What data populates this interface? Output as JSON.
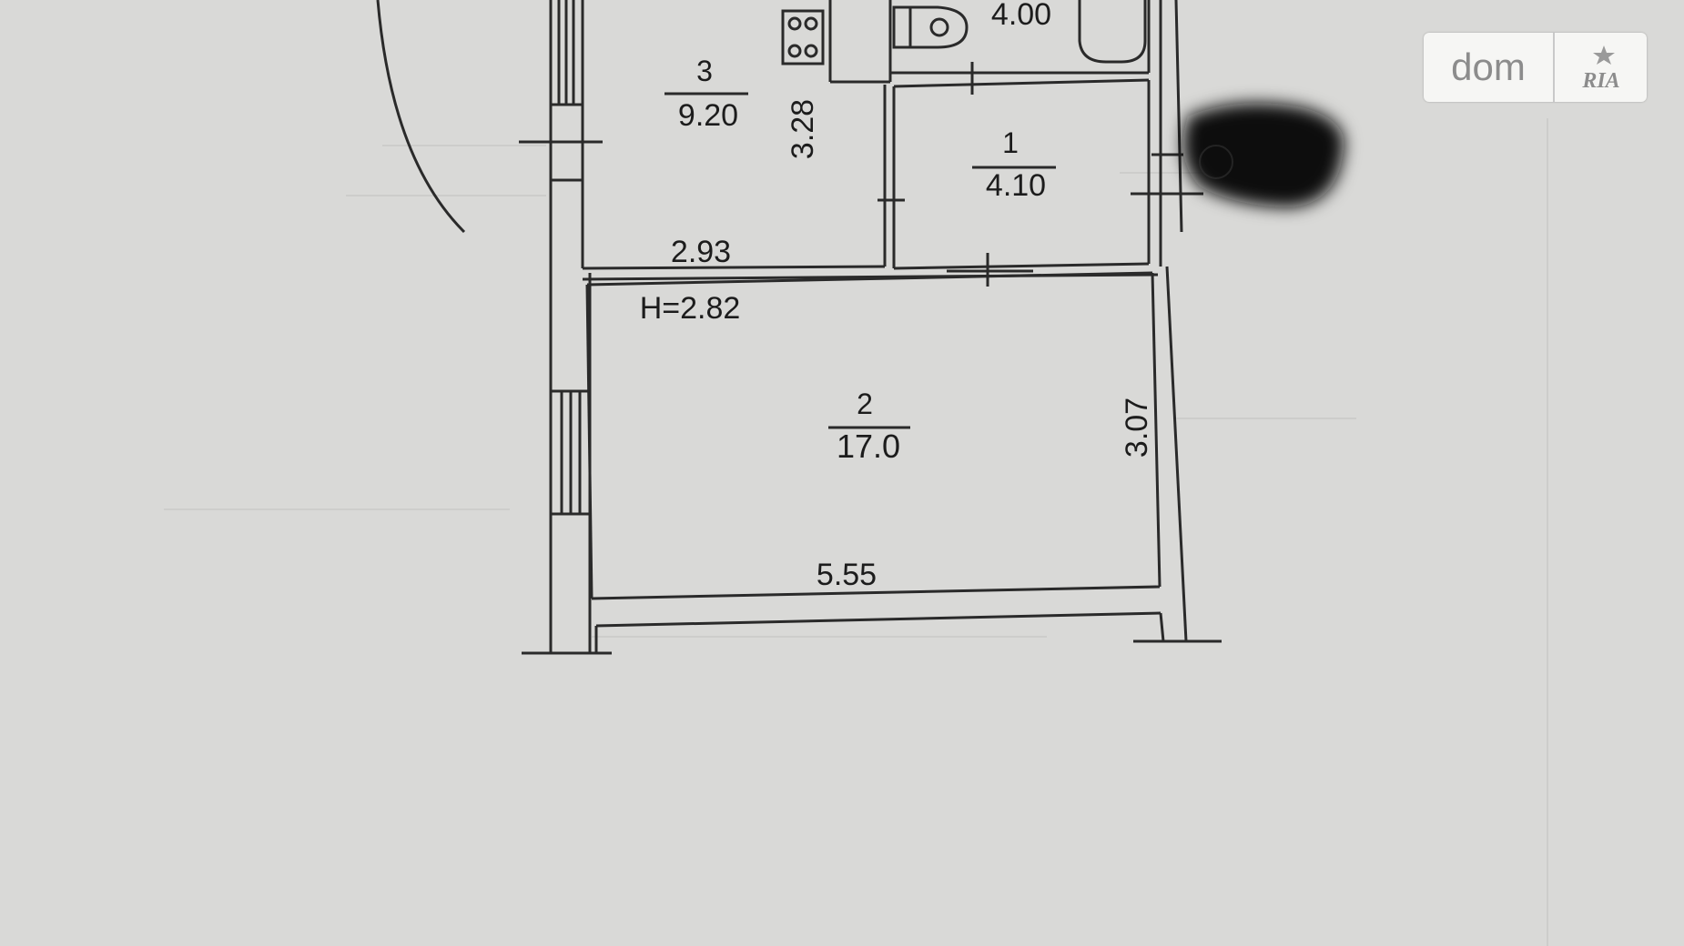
{
  "plan": {
    "ceiling_height": "H=2.82",
    "rooms": [
      {
        "number": "3",
        "area": "9.20",
        "dim_vertical": "3.28",
        "dim_horizontal": "2.93"
      },
      {
        "number": "1",
        "area": "4.10"
      },
      {
        "number": "2",
        "area": "17.0",
        "dim_vertical": "3.07",
        "dim_horizontal": "5.55"
      }
    ],
    "bathroom_area": "4.00"
  },
  "watermark": {
    "part1": "dom",
    "part2": "RIA"
  },
  "colors": {
    "paper": "#d9d9d7",
    "lines": "#2a2a2a",
    "smudge": "#111111"
  }
}
